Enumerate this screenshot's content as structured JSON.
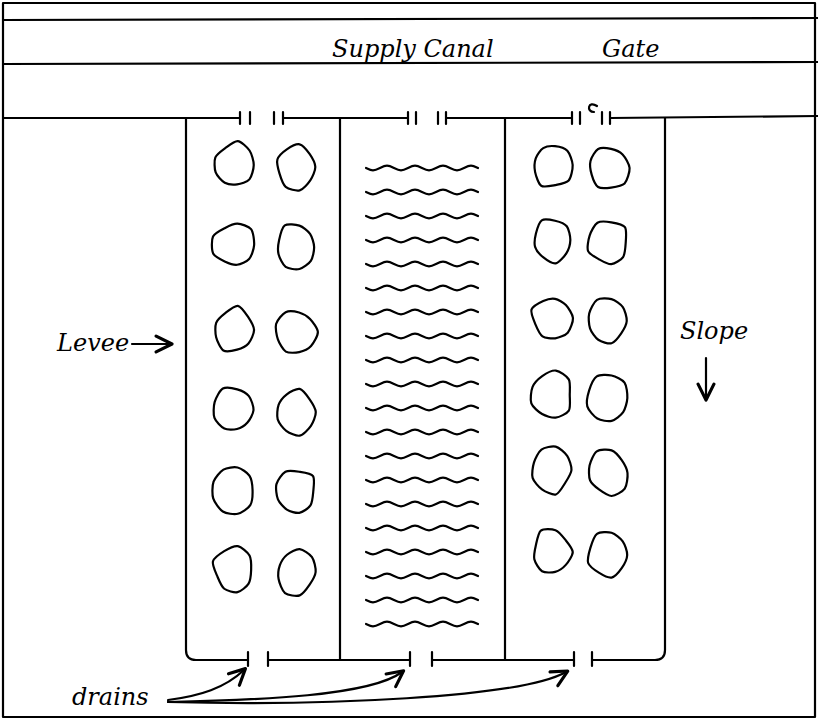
{
  "diagram": {
    "labels": [
      "Supply Canal",
      "Gate",
      "Levee",
      "Slope",
      "drains"
    ]
  }
}
